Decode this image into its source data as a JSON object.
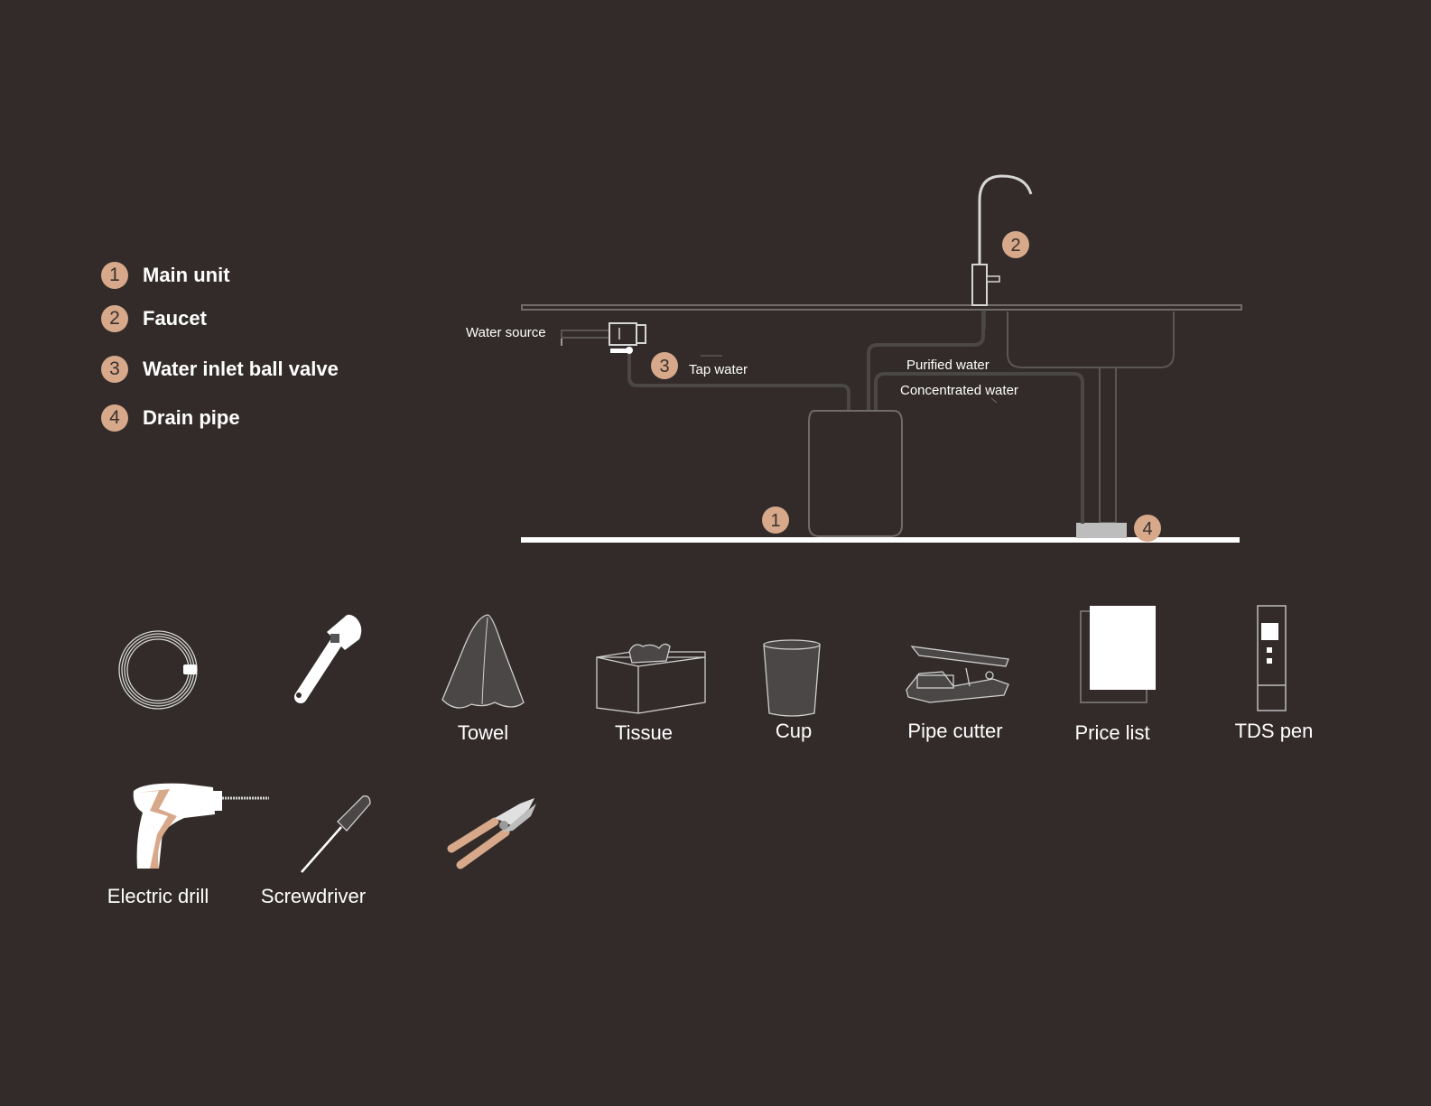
{
  "legend": [
    {
      "num": "1",
      "label": "Main unit"
    },
    {
      "num": "2",
      "label": "Faucet"
    },
    {
      "num": "3",
      "label": "Water inlet ball valve"
    },
    {
      "num": "4",
      "label": "Drain pipe"
    }
  ],
  "diagram": {
    "water_source": "Water source",
    "tap_water": "Tap water",
    "purified_water": "Purified water",
    "concentrated_water": "Concentrated water",
    "callouts": [
      "1",
      "2",
      "3",
      "4"
    ]
  },
  "tools": {
    "towel": "Towel",
    "tissue": "Tissue",
    "cup": "Cup",
    "pipe_cutter": "Pipe cutter",
    "price_list": "Price list",
    "tds_pen": "TDS pen",
    "electric_drill": "Electric drill",
    "screwdriver": "Screwdriver"
  },
  "colors": {
    "background": "#322b29",
    "accent": "#d7a88a",
    "line": "#4a4746",
    "white": "#ffffff"
  }
}
